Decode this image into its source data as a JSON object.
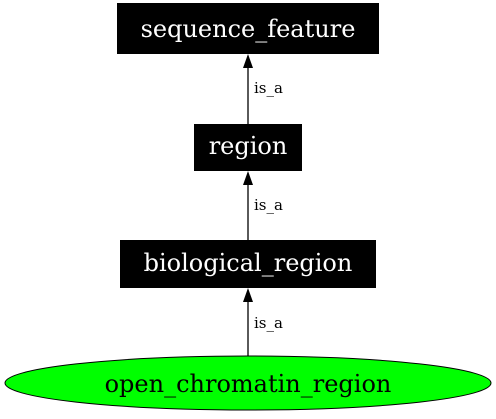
{
  "diagram": {
    "nodes": [
      {
        "id": "sequence_feature",
        "label": "sequence_feature",
        "shape": "box",
        "fill": "#000000",
        "text_color": "#ffffff"
      },
      {
        "id": "region",
        "label": "region",
        "shape": "box",
        "fill": "#000000",
        "text_color": "#ffffff"
      },
      {
        "id": "biological_region",
        "label": "biological_region",
        "shape": "box",
        "fill": "#000000",
        "text_color": "#ffffff"
      },
      {
        "id": "open_chromatin_region",
        "label": "open_chromatin_region",
        "shape": "ellipse",
        "fill": "#00ff00",
        "text_color": "#000000"
      }
    ],
    "edges": [
      {
        "from": "region",
        "to": "sequence_feature",
        "label": "is_a"
      },
      {
        "from": "biological_region",
        "to": "region",
        "label": "is_a"
      },
      {
        "from": "open_chromatin_region",
        "to": "biological_region",
        "label": "is_a"
      }
    ],
    "edge_color": "#000000"
  }
}
